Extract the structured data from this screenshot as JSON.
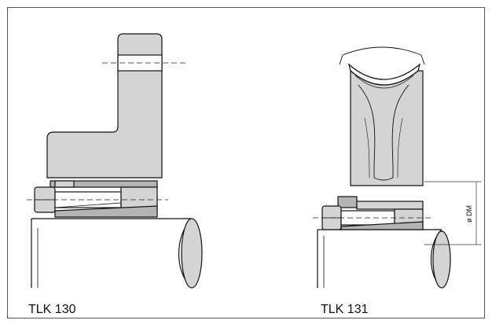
{
  "figures": [
    {
      "label": "TLK 130"
    },
    {
      "label": "TLK 131"
    }
  ],
  "dimension_label": "ø DM",
  "colors": {
    "outline": "#111111",
    "fill": "#d4d4d4",
    "dark": "#b4b4b4",
    "shaft": "#ffffff",
    "frame": "#555555"
  }
}
